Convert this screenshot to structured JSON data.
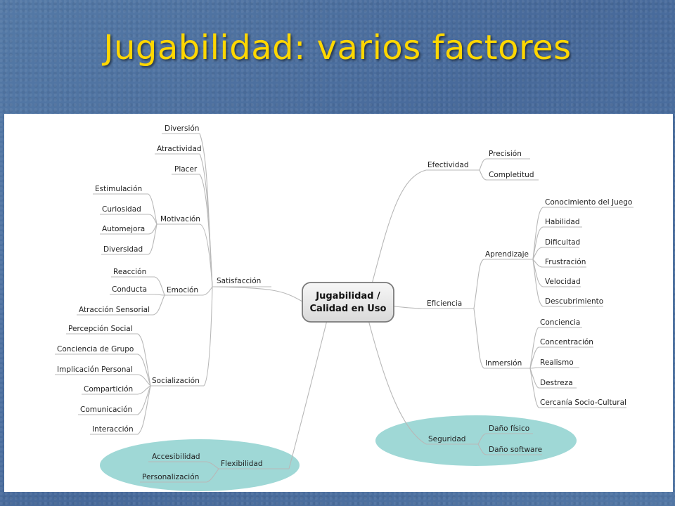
{
  "title": "Jugabilidad: varios factores",
  "center": {
    "line1": "Jugabilidad /",
    "line2": "Calidad en Uso"
  },
  "left": {
    "satisfaccion": {
      "label": "Satisfacción",
      "direct": [
        "Diversión",
        "Atractividad",
        "Placer"
      ],
      "motivacion": {
        "label": "Motivación",
        "items": [
          "Estimulación",
          "Curiosidad",
          "Automejora",
          "Diversidad"
        ]
      },
      "emocion": {
        "label": "Emoción",
        "items": [
          "Reacción",
          "Conducta",
          "Atracción Sensorial"
        ]
      },
      "socializacion": {
        "label": "Socialización",
        "items": [
          "Percepción Social",
          "Conciencia de Grupo",
          "Implicación Personal",
          "Compartición",
          "Comunicación",
          "Interacción"
        ]
      }
    },
    "flexibilidad": {
      "label": "Flexibilidad",
      "items": [
        "Accesibilidad",
        "Personalización"
      ]
    }
  },
  "right": {
    "efectividad": {
      "label": "Efectividad",
      "items": [
        "Precisión",
        "Completitud"
      ]
    },
    "eficiencia": {
      "label": "Eficiencia",
      "aprendizaje": {
        "label": "Aprendizaje",
        "items": [
          "Conocimiento del Juego",
          "Habilidad",
          "Dificultad",
          "Frustración",
          "Velocidad",
          "Descubrimiento"
        ]
      },
      "inmersion": {
        "label": "Inmersión",
        "items": [
          "Conciencia",
          "Concentración",
          "Realismo",
          "Destreza",
          "Cercanía Socio-Cultural"
        ]
      }
    },
    "seguridad": {
      "label": "Seguridad",
      "items": [
        "Daño físico",
        "Daño software"
      ]
    }
  },
  "colors": {
    "title": "#ffd700",
    "background": "#4d72a0",
    "highlight": "#9fd8d6",
    "center_fill": "#e8e8e8"
  }
}
